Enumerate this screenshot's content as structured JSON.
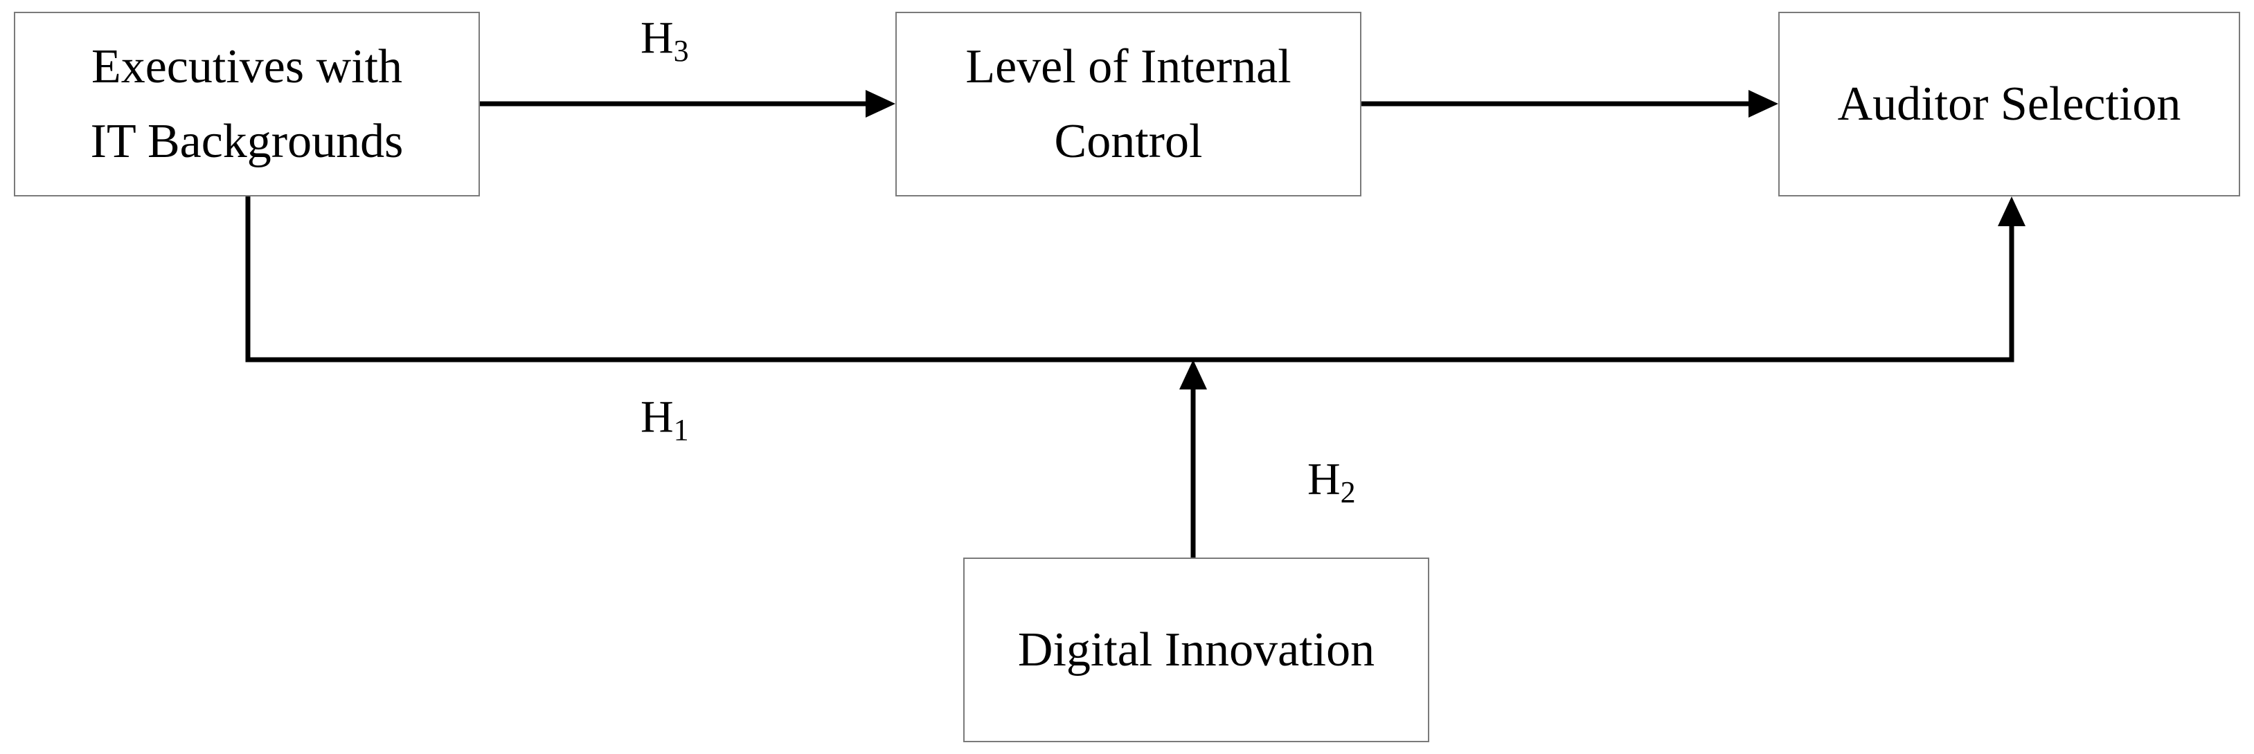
{
  "diagram": {
    "nodes": {
      "executives": {
        "line1": "Executives with",
        "line2": "IT Backgrounds"
      },
      "internal_control": {
        "line1": "Level of Internal",
        "line2": "Control"
      },
      "auditor": {
        "line1": "Auditor Selection"
      },
      "digital": {
        "line1": "Digital Innovation"
      }
    },
    "hypotheses": {
      "h1": {
        "letter": "H",
        "index": "1"
      },
      "h2": {
        "letter": "H",
        "index": "2"
      },
      "h3": {
        "letter": "H",
        "index": "3"
      }
    },
    "edges": [
      {
        "from": "executives",
        "to": "internal_control",
        "label": "H3"
      },
      {
        "from": "internal_control",
        "to": "auditor"
      },
      {
        "from": "executives",
        "to": "auditor",
        "label": "H1"
      },
      {
        "from": "digital",
        "to": "H1 path",
        "label": "H2"
      }
    ],
    "colors": {
      "line": "#000000",
      "box_border": "#7a7a7a",
      "background": "#ffffff"
    }
  }
}
